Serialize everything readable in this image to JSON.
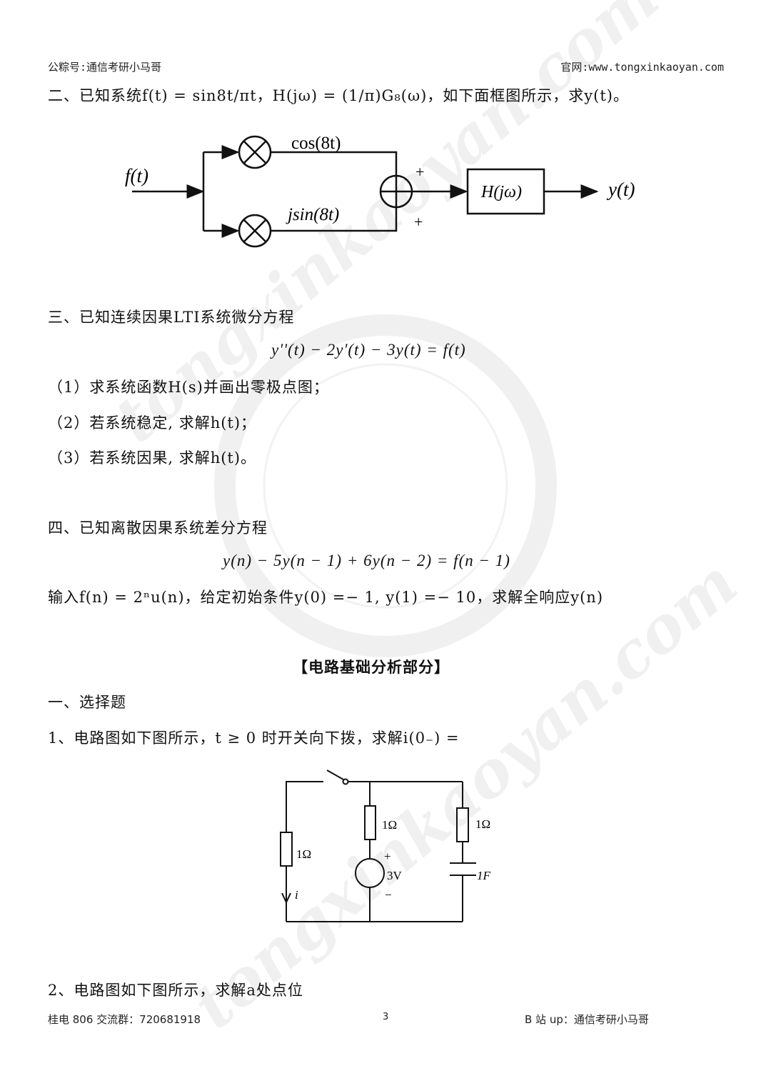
{
  "header": {
    "left": "公粽号:通信考研小马哥",
    "right": "官网:www.tongxinkaoyan.com"
  },
  "watermark": "tongxinkaoyan.com",
  "q2": {
    "text": "二、已知系统f(t) = sin8t/πt，H(jω) = (1/π)G₈(ω)，如下面框图所示，求y(t)。",
    "diagram": {
      "input": "f(t)",
      "top_label": "cos(8t)",
      "bottom_label": "jsin(8t)",
      "plus_top": "+",
      "plus_bottom": "+",
      "block": "H(jω)",
      "output": "y(t)"
    }
  },
  "q3": {
    "title": "三、已知连续因果LTI系统微分方程",
    "equation": "y''(t) − 2y'(t) − 3y(t) = f(t)",
    "items": [
      "（1）求系统函数H(s)并画出零极点图；",
      "（2）若系统稳定, 求解h(t)；",
      "（3）若系统因果, 求解h(t)。"
    ]
  },
  "q4": {
    "title": "四、已知离散因果系统差分方程",
    "equation": "y(n) − 5y(n − 1) + 6y(n − 2) = f(n − 1)",
    "text": "输入f(n) = 2ⁿu(n)，给定初始条件y(0) =− 1, y(1) =− 10，求解全响应y(n)"
  },
  "section": "【电路基础分析部分】",
  "part1": {
    "title": "一、选择题",
    "q1": "1、电路图如下图所示，t ≥ 0 时开关向下拨，求解i(0₋) =",
    "circuit": {
      "r_left": "1Ω",
      "r_mid": "1Ω",
      "r_right": "1Ω",
      "source": "3V",
      "plus": "+",
      "minus": "−",
      "cap": "1F",
      "current": "i"
    },
    "q2": "2、电路图如下图所示，求解a处点位"
  },
  "footer": {
    "left": "桂电 806 交流群：720681918",
    "page": "3",
    "right": "B 站 up：通信考研小马哥"
  }
}
